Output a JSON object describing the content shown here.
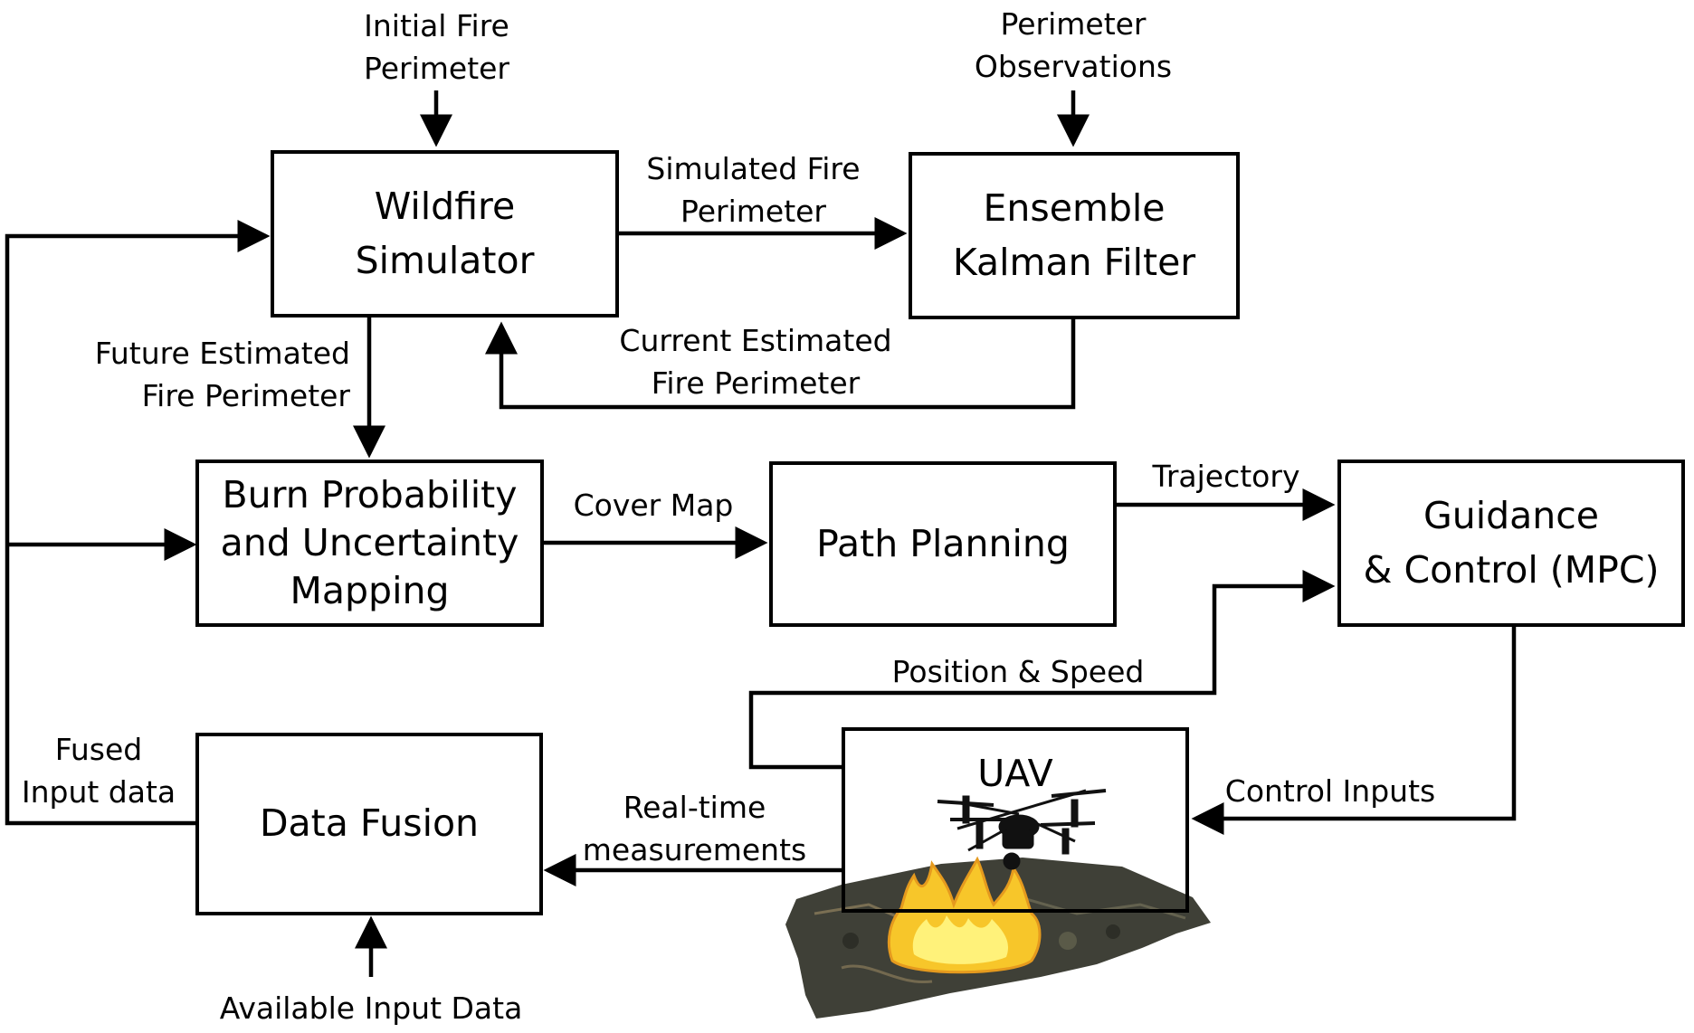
{
  "blocks": {
    "wildfire_simulator": [
      "Wildfire",
      "Simulator"
    ],
    "enkf": [
      "Ensemble",
      "Kalman Filter"
    ],
    "burn_probability": [
      "Burn Probability",
      "and Uncertainty",
      "Mapping"
    ],
    "path_planning": [
      "Path Planning"
    ],
    "guidance_control": [
      "Guidance",
      "& Control (MPC)"
    ],
    "uav": [
      "UAV"
    ],
    "data_fusion": [
      "Data Fusion"
    ]
  },
  "labels": {
    "initial_fire_perimeter": [
      "Initial Fire",
      "Perimeter"
    ],
    "perimeter_observations": [
      "Perimeter",
      "Observations"
    ],
    "simulated_fire_perimeter": [
      "Simulated Fire",
      "Perimeter"
    ],
    "current_estimated_fire_perimeter": [
      "Current Estimated",
      "Fire Perimeter"
    ],
    "future_estimated_fire_perimeter": [
      "Future Estimated",
      "Fire Perimeter"
    ],
    "cover_map": [
      "Cover Map"
    ],
    "trajectory": [
      "Trajectory"
    ],
    "position_speed": [
      "Position & Speed"
    ],
    "control_inputs": [
      "Control Inputs"
    ],
    "realtime_measurements": [
      "Real-time",
      "measurements"
    ],
    "fused_input_data": [
      "Fused",
      "Input data"
    ],
    "available_input_data": [
      "Available Input Data"
    ]
  },
  "icons": [
    "drone-icon",
    "wildfire-terrain-icon"
  ],
  "colors": {
    "line": "#000000",
    "fire_outer": "#f7c62a",
    "fire_inner": "#fff27a",
    "terrain": "#3f4037"
  }
}
